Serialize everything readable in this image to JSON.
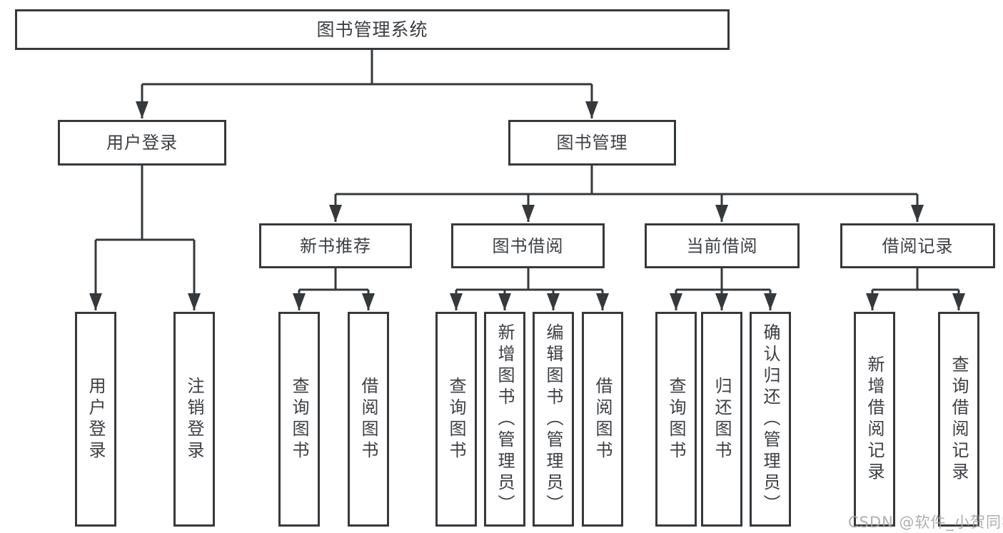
{
  "diagram": {
    "root": {
      "label": "图书管理系统"
    },
    "level2": {
      "user_login": {
        "label": "用户登录"
      },
      "book_mgmt": {
        "label": "图书管理"
      }
    },
    "level3": {
      "new_books": {
        "label": "新书推荐"
      },
      "book_borrow": {
        "label": "图书借阅"
      },
      "current_borrow": {
        "label": "当前借阅"
      },
      "borrow_records": {
        "label": "借阅记录"
      }
    },
    "leaves": {
      "user_login": [
        "用户登录",
        "注销登录"
      ],
      "new_books": [
        "查询图书",
        "借阅图书"
      ],
      "book_borrow": [
        "查询图书",
        "新增图书（管理员）",
        "编辑图书（管理员）",
        "借阅图书"
      ],
      "current_borrow": [
        "查询图书",
        "归还图书",
        "确认归还（管理员）"
      ],
      "borrow_records": [
        "新增借阅记录",
        "查询借阅记录"
      ]
    },
    "watermark": "CSDN @软件_小贺同学",
    "colors": {
      "line": "#36393c",
      "text": "#3b3e43",
      "watermark": "#a7a7a7",
      "background": "#ffffff"
    }
  }
}
